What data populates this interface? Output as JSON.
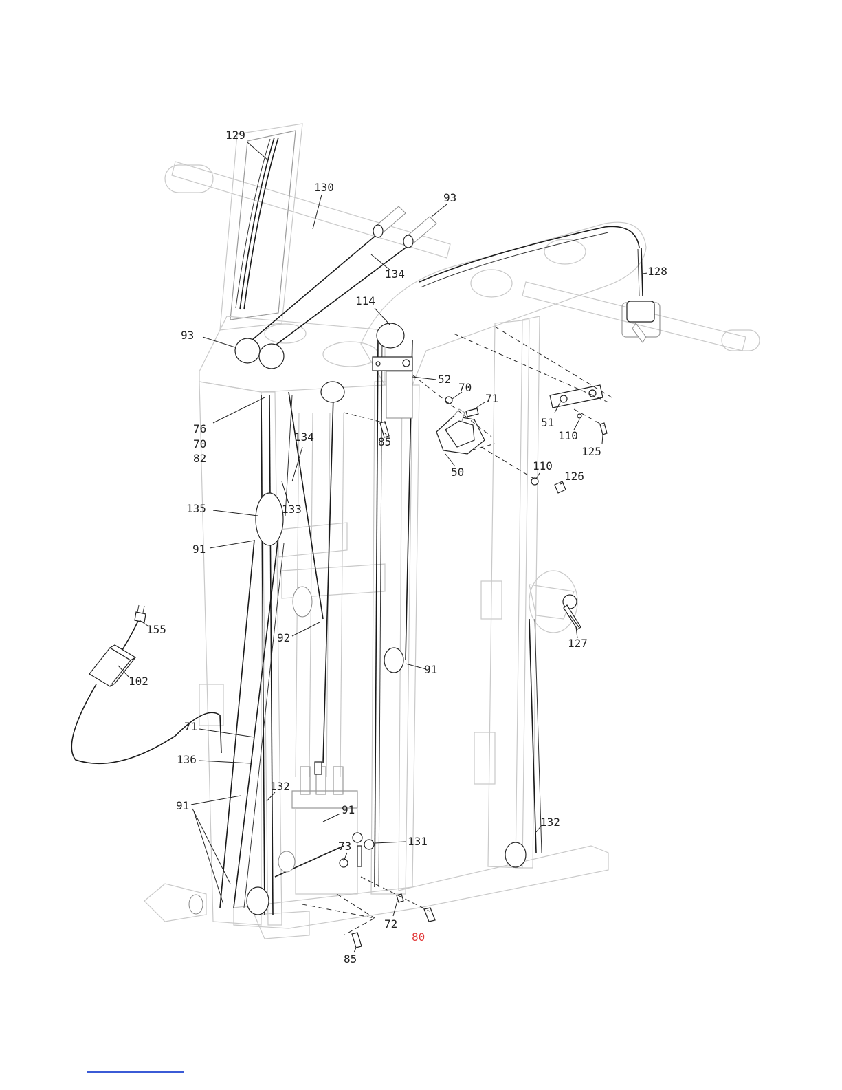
{
  "callouts": [
    {
      "id": "c129",
      "text": "129"
    },
    {
      "id": "c130",
      "text": "130"
    },
    {
      "id": "c93a",
      "text": "93"
    },
    {
      "id": "c134a",
      "text": "134"
    },
    {
      "id": "c128",
      "text": "128"
    },
    {
      "id": "c114",
      "text": "114"
    },
    {
      "id": "c93b",
      "text": "93"
    },
    {
      "id": "c52",
      "text": "52"
    },
    {
      "id": "c70a",
      "text": "70"
    },
    {
      "id": "c71a",
      "text": "71"
    },
    {
      "id": "c51",
      "text": "51"
    },
    {
      "id": "c110a",
      "text": "110"
    },
    {
      "id": "c125",
      "text": "125"
    },
    {
      "id": "c76",
      "text": "76"
    },
    {
      "id": "c70b",
      "text": "70"
    },
    {
      "id": "c82",
      "text": "82"
    },
    {
      "id": "c134b",
      "text": "134"
    },
    {
      "id": "c85a",
      "text": "85"
    },
    {
      "id": "c50",
      "text": "50"
    },
    {
      "id": "c110b",
      "text": "110"
    },
    {
      "id": "c126",
      "text": "126"
    },
    {
      "id": "c135",
      "text": "135"
    },
    {
      "id": "c133",
      "text": "133"
    },
    {
      "id": "c91a",
      "text": "91"
    },
    {
      "id": "c155",
      "text": "155"
    },
    {
      "id": "c92",
      "text": "92"
    },
    {
      "id": "c127",
      "text": "127"
    },
    {
      "id": "c91b",
      "text": "91"
    },
    {
      "id": "c102",
      "text": "102"
    },
    {
      "id": "c71b",
      "text": "71"
    },
    {
      "id": "c136",
      "text": "136"
    },
    {
      "id": "c132a",
      "text": "132"
    },
    {
      "id": "c91c",
      "text": "91"
    },
    {
      "id": "c91d",
      "text": "91"
    },
    {
      "id": "c132b",
      "text": "132"
    },
    {
      "id": "c73",
      "text": "73"
    },
    {
      "id": "c131",
      "text": "131"
    },
    {
      "id": "c72",
      "text": "72"
    },
    {
      "id": "c80",
      "text": "80"
    },
    {
      "id": "c85b",
      "text": "85"
    }
  ],
  "colors": {
    "callout_text": "#222222",
    "callout_highlight": "#e23b3b",
    "frame_outline": "#c9c9c9",
    "cable": "#1a1a1a",
    "footer_link": "#3b5bd6"
  }
}
